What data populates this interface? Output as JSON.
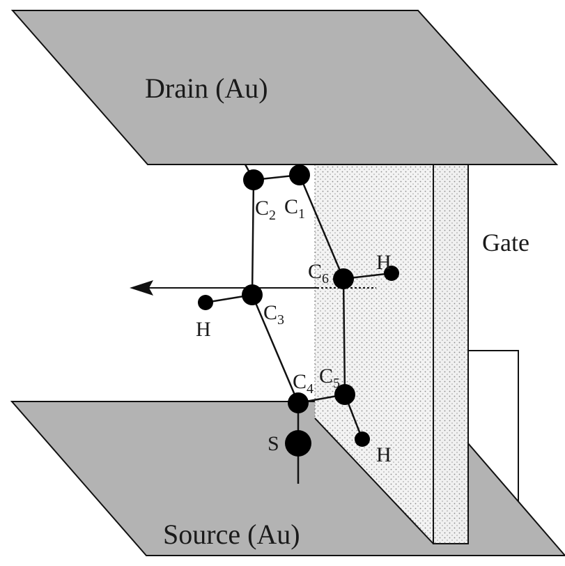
{
  "labels": {
    "drain": "Drain (Au)",
    "source": "Source (Au)",
    "gate": "Gate",
    "sulfur": "S",
    "hydrogen": "H",
    "carbon_letter": "C",
    "c1_sub": "1",
    "c2_sub": "2",
    "c3_sub": "3",
    "c4_sub": "4",
    "c5_sub": "5",
    "c6_sub": "6"
  },
  "colors": {
    "plate": "#b3b3b3",
    "plate_edge": "#111111",
    "dielectric": "#f2f2f2",
    "dots": "#8a8a8a",
    "atom": "#000000",
    "bond": "#111111"
  }
}
